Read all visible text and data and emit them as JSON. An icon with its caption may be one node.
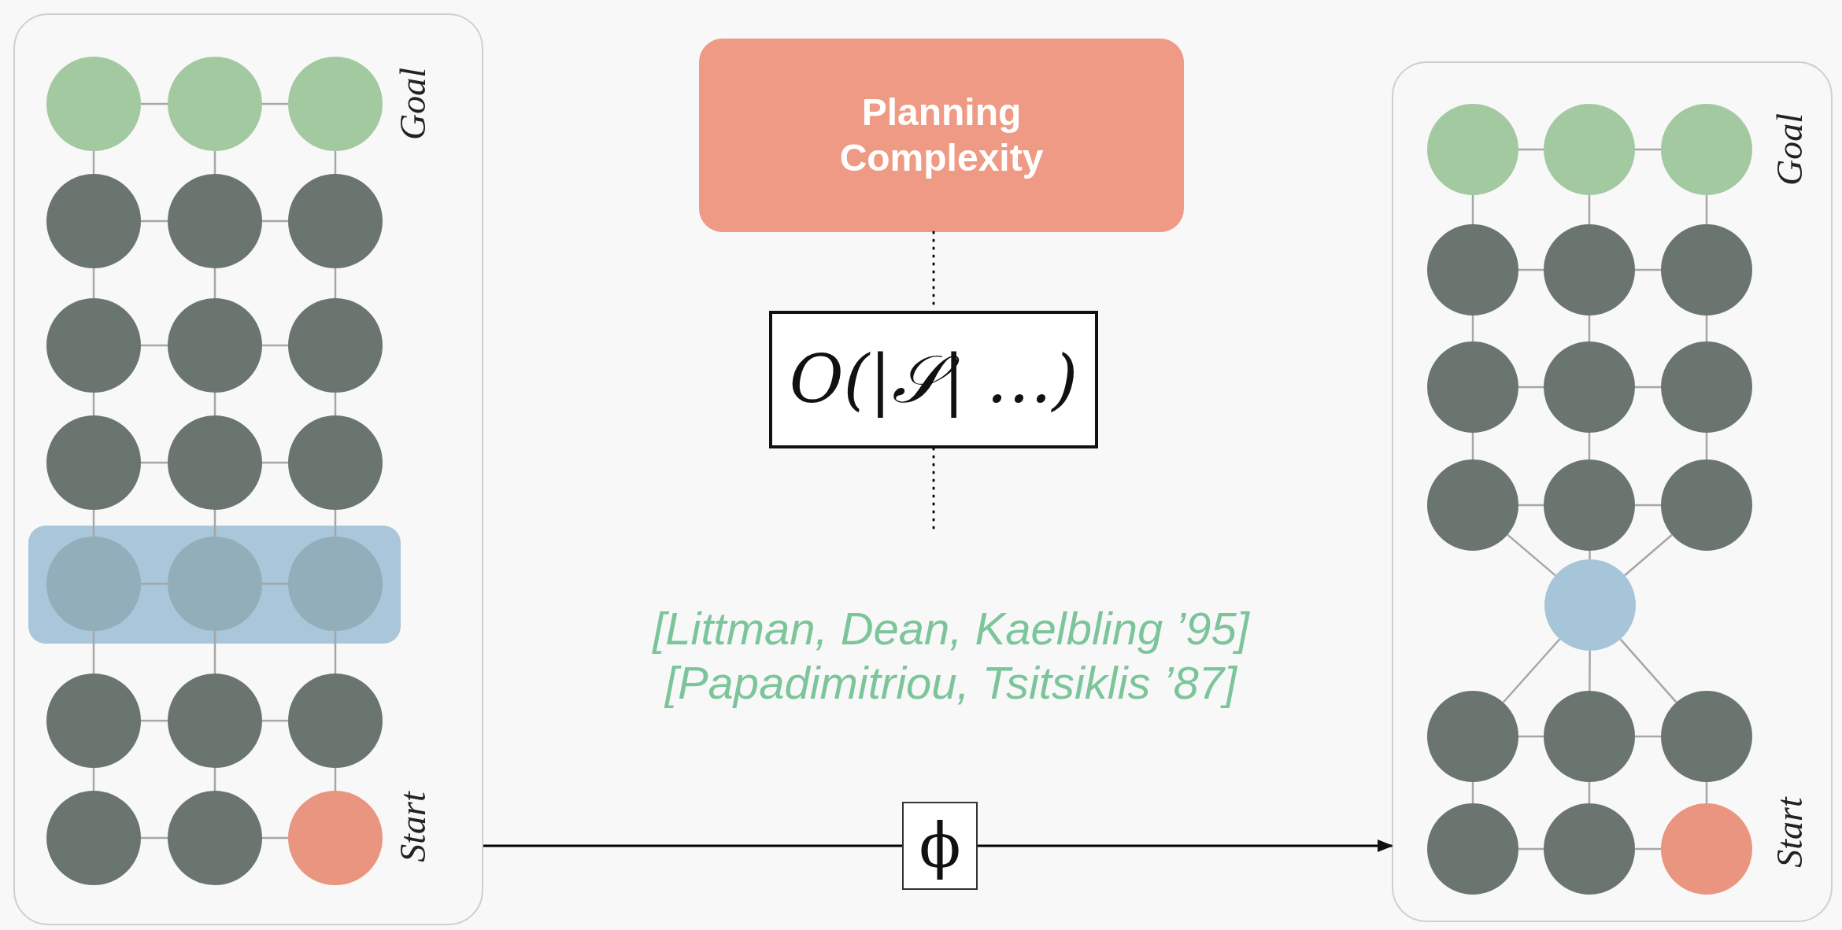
{
  "diagram": {
    "nodes": [
      {
        "text": [
          "Goal",
          "Start"
        ]
      },
      {
        "text": [],
        "shape": "circle",
        "in": 0
      },
      {
        "text": [],
        "shape": "circle",
        "in": 0
      },
      {
        "text": [],
        "shape": "circle",
        "in": 0
      },
      {
        "text": [],
        "shape": "circle",
        "in": 0
      },
      {
        "text": [],
        "shape": "circle",
        "in": 0
      },
      {
        "text": [],
        "shape": "circle",
        "in": 0
      },
      {
        "text": [],
        "shape": "circle",
        "in": 0
      },
      {
        "text": [],
        "shape": "circle",
        "in": 0
      },
      {
        "text": [],
        "shape": "circle",
        "in": 0
      },
      {
        "text": [],
        "shape": "circle",
        "in": 0
      },
      {
        "text": [],
        "shape": "circle",
        "in": 0
      },
      {
        "text": [],
        "shape": "circle",
        "in": 0
      },
      {
        "text": [],
        "shape": "box",
        "in": 0
      },
      {
        "text": [],
        "shape": "circle",
        "in": 13
      },
      {
        "text": [],
        "shape": "circle",
        "in": 13
      },
      {
        "text": [],
        "shape": "circle",
        "in": 13
      },
      {
        "text": [],
        "shape": "circle",
        "in": 0
      },
      {
        "text": [],
        "shape": "circle",
        "in": 0
      },
      {
        "text": [],
        "shape": "circle",
        "in": 0
      },
      {
        "text": [],
        "shape": "circle",
        "in": 0
      },
      {
        "text": [],
        "shape": "circle",
        "in": 0
      },
      {
        "text": [],
        "shape": "circle",
        "in": 0
      },
      {
        "text": [
          "Planning Complexity"
        ]
      },
      {
        "text": [
          "O(|𝒮| …)"
        ]
      },
      {
        "text": [
          "[Littman, Dean, Kaelbling ’95]",
          "[Papadimitriou, Tsitsiklis ’87]"
        ]
      },
      {
        "text": [
          "ϕ"
        ]
      },
      {
        "text": [
          "Goal",
          "Start"
        ]
      },
      {
        "text": [],
        "shape": "circle",
        "in": 27
      },
      {
        "text": [],
        "shape": "circle",
        "in": 27
      },
      {
        "text": [],
        "shape": "circle",
        "in": 27
      },
      {
        "text": [],
        "shape": "circle",
        "in": 27
      },
      {
        "text": [],
        "shape": "circle",
        "in": 27
      },
      {
        "text": [],
        "shape": "circle",
        "in": 27
      },
      {
        "text": [],
        "shape": "circle",
        "in": 27
      },
      {
        "text": [],
        "shape": "circle",
        "in": 27
      },
      {
        "text": [],
        "shape": "circle",
        "in": 27
      },
      {
        "text": [],
        "shape": "circle",
        "in": 27
      },
      {
        "text": [],
        "shape": "circle",
        "in": 27
      },
      {
        "text": [],
        "shape": "circle",
        "in": 27
      },
      {
        "text": [],
        "shape": "circle",
        "in": 27
      },
      {
        "text": [],
        "shape": "circle",
        "in": 27
      },
      {
        "text": [],
        "shape": "circle",
        "in": 27
      },
      {
        "text": [],
        "shape": "circle",
        "in": 27
      },
      {
        "text": [],
        "shape": "circle",
        "in": 27
      },
      {
        "text": [],
        "shape": "circle",
        "in": 27
      },
      {
        "text": [],
        "shape": "circle",
        "in": 27
      }
    ],
    "edges": [
      {
        "from": 1,
        "to": 2,
        "arrow": "none"
      },
      {
        "from": 2,
        "to": 3,
        "arrow": "none"
      },
      {
        "from": 4,
        "to": 5,
        "arrow": "none"
      },
      {
        "from": 5,
        "to": 6,
        "arrow": "none"
      },
      {
        "from": 7,
        "to": 8,
        "arrow": "none"
      },
      {
        "from": 8,
        "to": 9,
        "arrow": "none"
      },
      {
        "from": 10,
        "to": 11,
        "arrow": "none"
      },
      {
        "from": 11,
        "to": 12,
        "arrow": "none"
      },
      {
        "from": 14,
        "to": 15,
        "arrow": "none"
      },
      {
        "from": 15,
        "to": 16,
        "arrow": "none"
      },
      {
        "from": 17,
        "to": 18,
        "arrow": "none"
      },
      {
        "from": 18,
        "to": 19,
        "arrow": "none"
      },
      {
        "from": 20,
        "to": 21,
        "arrow": "none"
      },
      {
        "from": 21,
        "to": 22,
        "arrow": "none"
      },
      {
        "from": 1,
        "to": 4,
        "arrow": "none"
      },
      {
        "from": 2,
        "to": 5,
        "arrow": "none"
      },
      {
        "from": 3,
        "to": 6,
        "arrow": "none"
      },
      {
        "from": 4,
        "to": 7,
        "arrow": "none"
      },
      {
        "from": 5,
        "to": 8,
        "arrow": "none"
      },
      {
        "from": 6,
        "to": 9,
        "arrow": "none"
      },
      {
        "from": 7,
        "to": 10,
        "arrow": "none"
      },
      {
        "from": 8,
        "to": 11,
        "arrow": "none"
      },
      {
        "from": 9,
        "to": 12,
        "arrow": "none"
      },
      {
        "from": 10,
        "to": 14,
        "arrow": "none"
      },
      {
        "from": 11,
        "to": 15,
        "arrow": "none"
      },
      {
        "from": 12,
        "to": 16,
        "arrow": "none"
      },
      {
        "from": 14,
        "to": 17,
        "arrow": "none"
      },
      {
        "from": 15,
        "to": 18,
        "arrow": "none"
      },
      {
        "from": 16,
        "to": 19,
        "arrow": "none"
      },
      {
        "from": 17,
        "to": 20,
        "arrow": "none"
      },
      {
        "from": 18,
        "to": 21,
        "arrow": "none"
      },
      {
        "from": 19,
        "to": 22,
        "arrow": "none"
      },
      {
        "from": 23,
        "to": 24,
        "arrow": "none",
        "style": "dashed",
        "color": "#000000"
      },
      {
        "from": 24,
        "to": 25,
        "arrow": "none",
        "style": "dashed",
        "color": "#000000"
      },
      {
        "from": 0,
        "to": 26,
        "arrow": "none",
        "color": "#000000"
      },
      {
        "from": 26,
        "to": 27,
        "arrow": "to",
        "color": "#000000"
      },
      {
        "from": 28,
        "to": 29,
        "arrow": "none"
      },
      {
        "from": 29,
        "to": 30,
        "arrow": "none"
      },
      {
        "from": 31,
        "to": 32,
        "arrow": "none"
      },
      {
        "from": 32,
        "to": 33,
        "arrow": "none"
      },
      {
        "from": 34,
        "to": 35,
        "arrow": "none"
      },
      {
        "from": 35,
        "to": 36,
        "arrow": "none"
      },
      {
        "from": 37,
        "to": 38,
        "arrow": "none"
      },
      {
        "from": 38,
        "to": 39,
        "arrow": "none"
      },
      {
        "from": 41,
        "to": 42,
        "arrow": "none"
      },
      {
        "from": 42,
        "to": 43,
        "arrow": "none"
      },
      {
        "from": 44,
        "to": 45,
        "arrow": "none"
      },
      {
        "from": 45,
        "to": 46,
        "arrow": "none"
      },
      {
        "from": 28,
        "to": 31,
        "arrow": "none"
      },
      {
        "from": 29,
        "to": 32,
        "arrow": "none"
      },
      {
        "from": 30,
        "to": 33,
        "arrow": "none"
      },
      {
        "from": 31,
        "to": 34,
        "arrow": "none"
      },
      {
        "from": 32,
        "to": 35,
        "arrow": "none"
      },
      {
        "from": 33,
        "to": 36,
        "arrow": "none"
      },
      {
        "from": 34,
        "to": 37,
        "arrow": "none"
      },
      {
        "from": 35,
        "to": 38,
        "arrow": "none"
      },
      {
        "from": 36,
        "to": 39,
        "arrow": "none"
      },
      {
        "from": 37,
        "to": 40,
        "arrow": "none"
      },
      {
        "from": 38,
        "to": 40,
        "arrow": "none"
      },
      {
        "from": 39,
        "to": 40,
        "arrow": "none"
      },
      {
        "from": 40,
        "to": 41,
        "arrow": "none"
      },
      {
        "from": 40,
        "to": 42,
        "arrow": "none"
      },
      {
        "from": 40,
        "to": 43,
        "arrow": "none"
      },
      {
        "from": 41,
        "to": 44,
        "arrow": "none"
      },
      {
        "from": 42,
        "to": 45,
        "arrow": "none"
      },
      {
        "from": 43,
        "to": 46,
        "arrow": "none"
      }
    ]
  }
}
